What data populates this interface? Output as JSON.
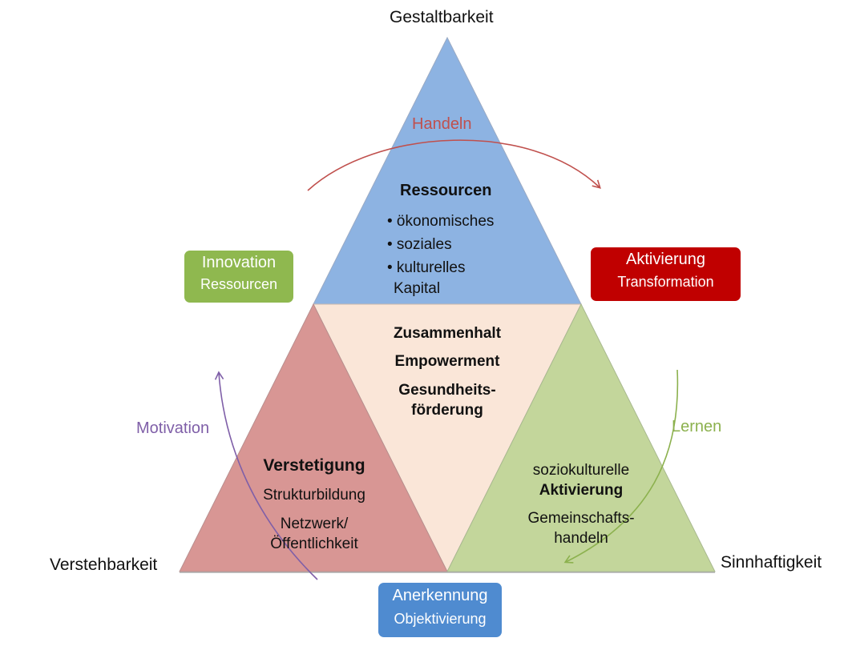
{
  "corners": {
    "top": "Gestaltbarkeit",
    "left": "Verstehbarkeit",
    "right": "Sinnhaftigkeit"
  },
  "arrows": {
    "top": "Handeln",
    "left": "Motivation",
    "right": "Lernen"
  },
  "boxes": {
    "innovation": {
      "title": "Innovation",
      "subtitle": "Ressourcen",
      "color": "#8fb84f"
    },
    "aktivierung": {
      "title": "Aktivierung",
      "subtitle": "Transformation",
      "color": "#c00000"
    },
    "anerkennung": {
      "title": "Anerkennung",
      "subtitle": "Objektivierung",
      "color": "#4f8bd0"
    }
  },
  "triangles": {
    "top": {
      "title": "Ressourcen",
      "items": [
        "• ökonomisches",
        "• soziales",
        "• kulturelles"
      ],
      "footer": "Kapital",
      "color": "#8db3e2"
    },
    "center": {
      "line1": "Zusammenhalt",
      "line2": "Empowerment",
      "line3": "Gesundheits-",
      "line4": "förderung",
      "color": "#fae6d8"
    },
    "left": {
      "title": "Verstetigung",
      "line1": "Strukturbildung",
      "line2": "Netzwerk/",
      "line3": "Öffentlichkeit",
      "color": "#d89694"
    },
    "right": {
      "line1": "soziokulturelle",
      "title": "Aktivierung",
      "line2": "Gemeinschafts-",
      "line3": "handeln",
      "color": "#c3d69b"
    }
  },
  "colors": {
    "handeln": "#c0504d",
    "motivation": "#7f5fa8",
    "lernen": "#8cb14e"
  }
}
